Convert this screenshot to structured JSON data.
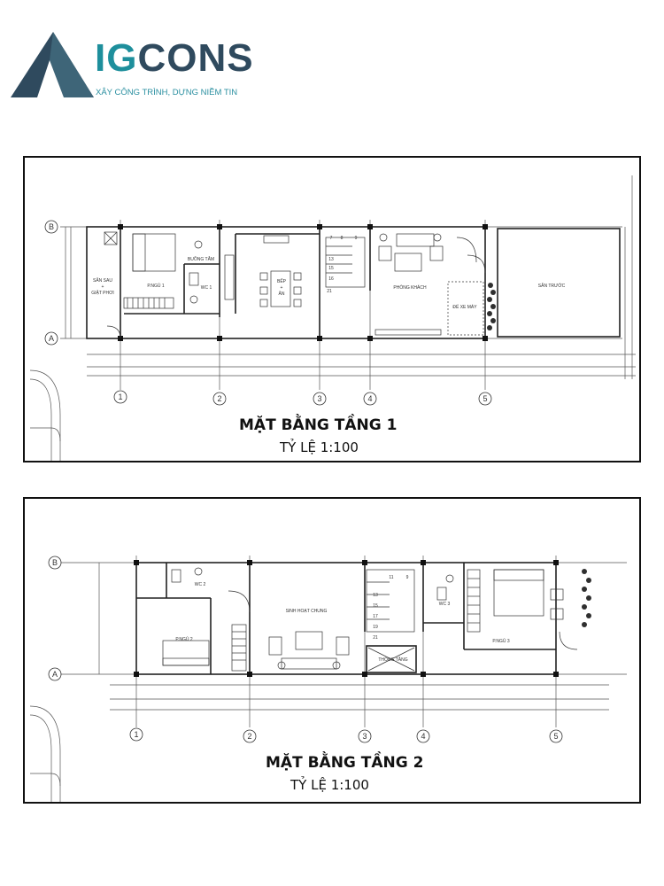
{
  "brand": {
    "name_prefix": "IG",
    "name_suffix": "CONS",
    "tagline": "XÂY CÔNG TRÌNH, DỰNG NIỀM TIN",
    "colors": {
      "teal": "#1e8f9c",
      "navy": "#2f4a5e"
    }
  },
  "floor1": {
    "title": "MẶT BẰNG TẦNG 1",
    "scale": "TỶ LỆ 1:100",
    "grid_rows": [
      "B",
      "A"
    ],
    "grid_cols": [
      "1",
      "2",
      "3",
      "4",
      "5"
    ],
    "rooms": {
      "san_sau_1": "SÂN SAU",
      "san_sau_plus": "+",
      "san_sau_2": "GIẶT PHƠI",
      "pngu1": "P.NGỦ 1",
      "buong_tam": "BUỒNG TẮM",
      "wc1": "WC 1",
      "bep_1": "BẾP",
      "bep_plus": "+",
      "bep_2": "ĂN",
      "phong_khach": "PHÒNG KHÁCH",
      "de_xe_may": "ĐỂ XE MÁY",
      "san_truoc": "SÂN TRƯỚC"
    },
    "stair_numbers": [
      "7",
      "8",
      "9",
      "13",
      "15",
      "16",
      "21"
    ]
  },
  "floor2": {
    "title": "MẶT BẰNG TẦNG 2",
    "scale": "TỶ LỆ 1:100",
    "grid_rows": [
      "B",
      "A"
    ],
    "grid_cols": [
      "1",
      "2",
      "3",
      "4",
      "5"
    ],
    "rooms": {
      "wc2": "WC 2",
      "pngu2": "P.NGỦ 2",
      "sinh_hoat_chung": "SINH HOẠT CHUNG",
      "thong_tang": "THÔNG TẦNG",
      "wc3": "WC 3",
      "pngu3": "P.NGỦ 3"
    },
    "stair_numbers": [
      "9",
      "11",
      "13",
      "15",
      "17",
      "19",
      "21"
    ]
  }
}
